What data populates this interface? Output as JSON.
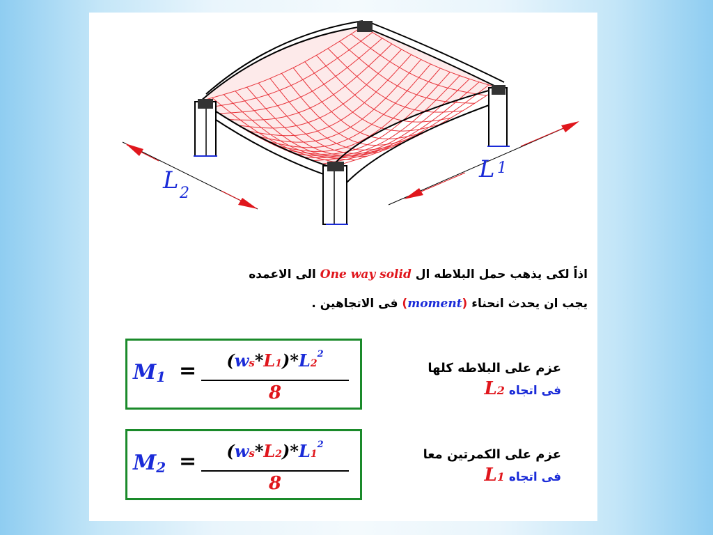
{
  "figure": {
    "labels": {
      "l1": "L",
      "l1_sub": "1",
      "l2": "L",
      "l2_sub": "2"
    }
  },
  "text": {
    "line1_pre": "اذاً لكى يذهب حمل البلاطه ال",
    "line1_term": "One way solid",
    "line1_post": "الى الاعمده",
    "line2_pre": "يجب ان يحدث انحناء",
    "line2_open": "(",
    "line2_term": "moment",
    "line2_close": ")",
    "line2_post": "فى الاتجاهين ."
  },
  "formulas": [
    {
      "lhs": "M",
      "lhs_sub": "1",
      "equals": "=",
      "num_open": "(",
      "w": "w",
      "w_sub": "s",
      "times1": "*",
      "L": "L",
      "L_sub": "1",
      "num_close": ")",
      "times2": "*",
      "L2": "L",
      "L2_sub": "2",
      "L2_sup": "2",
      "den": "8",
      "desc_line1": "عزم على البلاطه كلها",
      "desc_line2": "فى اتجاه",
      "desc_L": "L",
      "desc_L_sub": "2"
    },
    {
      "lhs": "M",
      "lhs_sub": "2",
      "equals": "=",
      "num_open": "(",
      "w": "w",
      "w_sub": "s",
      "times1": "*",
      "L": "L",
      "L_sub": "2",
      "num_close": ")",
      "times2": "*",
      "L2": "L",
      "L2_sub": "1",
      "L2_sup": "2",
      "den": "8",
      "desc_line1": "عزم على الكمرتين معا",
      "desc_line2": "فى اتجاه",
      "desc_L": "L",
      "desc_L_sub": "1"
    }
  ],
  "colors": {
    "blue": "#1a2bd8",
    "red": "#e0161c",
    "green_border": "#1a8a2a"
  }
}
